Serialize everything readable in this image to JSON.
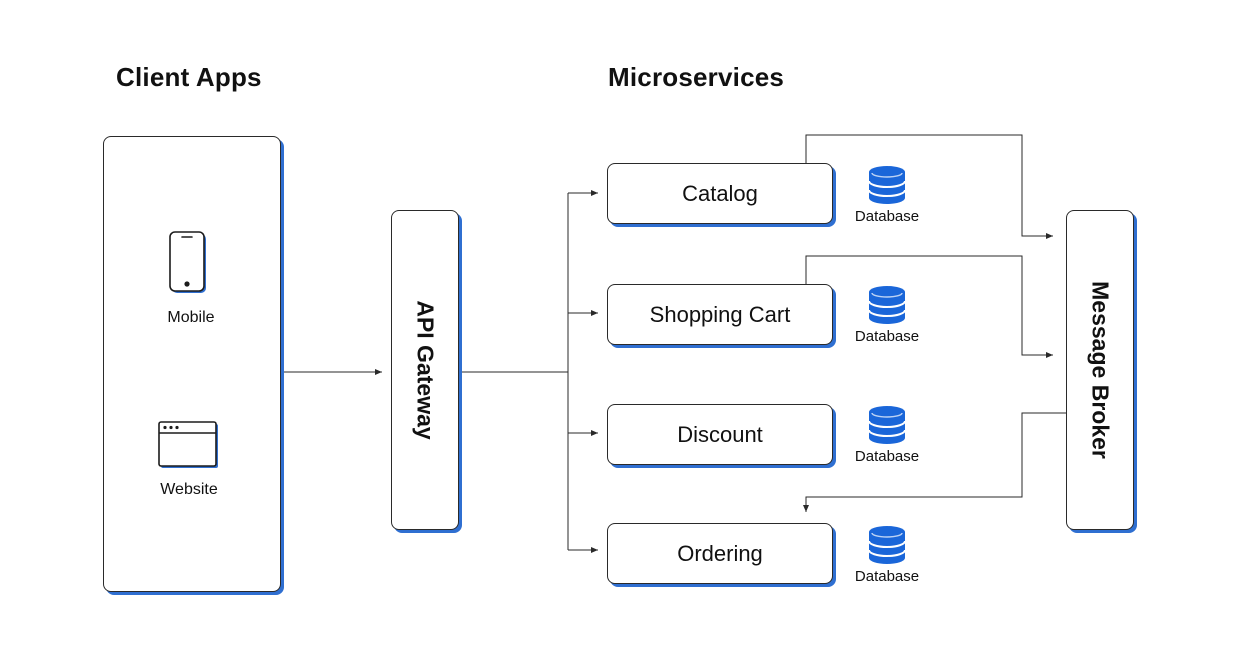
{
  "headings": {
    "client_apps": "Client Apps",
    "microservices": "Microservices"
  },
  "clients": {
    "mobile": {
      "label": "Mobile",
      "icon": "smartphone-icon"
    },
    "website": {
      "label": "Website",
      "icon": "browser-window-icon"
    }
  },
  "gateway": {
    "label": "API Gateway"
  },
  "services": [
    {
      "label": "Catalog",
      "db_label": "Database"
    },
    {
      "label": "Shopping Cart",
      "db_label": "Database"
    },
    {
      "label": "Discount",
      "db_label": "Database"
    },
    {
      "label": "Ordering",
      "db_label": "Database"
    }
  ],
  "broker": {
    "label": "Message Broker"
  },
  "colors": {
    "accent_shadow": "#2f6fd1",
    "database": "#1a66d9",
    "stroke": "#2a2a2a"
  },
  "icons": {
    "database": "database-icon"
  }
}
